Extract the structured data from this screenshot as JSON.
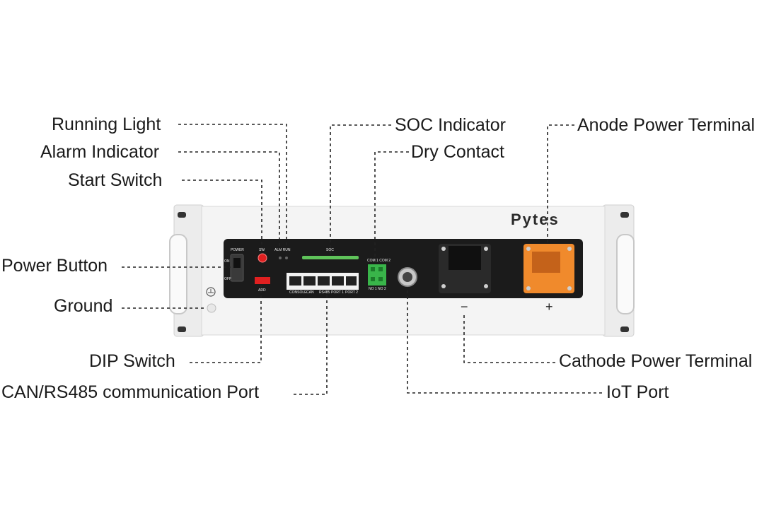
{
  "brand": "Pytes",
  "labels": {
    "running_light": "Running Light",
    "alarm_indicator": "Alarm Indicator",
    "start_switch": "Start Switch",
    "power_button": "Power Button",
    "ground": "Ground",
    "dip_switch": "DIP Switch",
    "can_rs485_port": "CAN/RS485 communication Port",
    "soc_indicator": "SOC Indicator",
    "dry_contact": "Dry Contact",
    "anode_power_terminal": "Anode Power Terminal",
    "cathode_power_terminal": "Cathode Power Terminal",
    "iot_port": "IoT Port"
  },
  "panel": {
    "power": "POWER",
    "on": "ON",
    "off": "OFF",
    "sw": "SW",
    "alm_run": "ALM RUN",
    "soc": "SOC",
    "add": "ADD",
    "ports": [
      "CONSOLE",
      "CAN",
      "RS485",
      "PORT 1",
      "PORT 2"
    ],
    "dry_contact_top": "COM 1  COM 2",
    "dry_contact_bottom": "NO 1  NO 2",
    "minus": "−",
    "plus": "+"
  },
  "colors": {
    "chassis": "#f1f1f1",
    "panel": "#1b1b1b",
    "soc_bar": "#5fc35a",
    "dry_contact": "#39b54a",
    "anode_terminal": "#f08a2c",
    "start_switch": "#e02020",
    "dip_switch": "#e02020"
  }
}
